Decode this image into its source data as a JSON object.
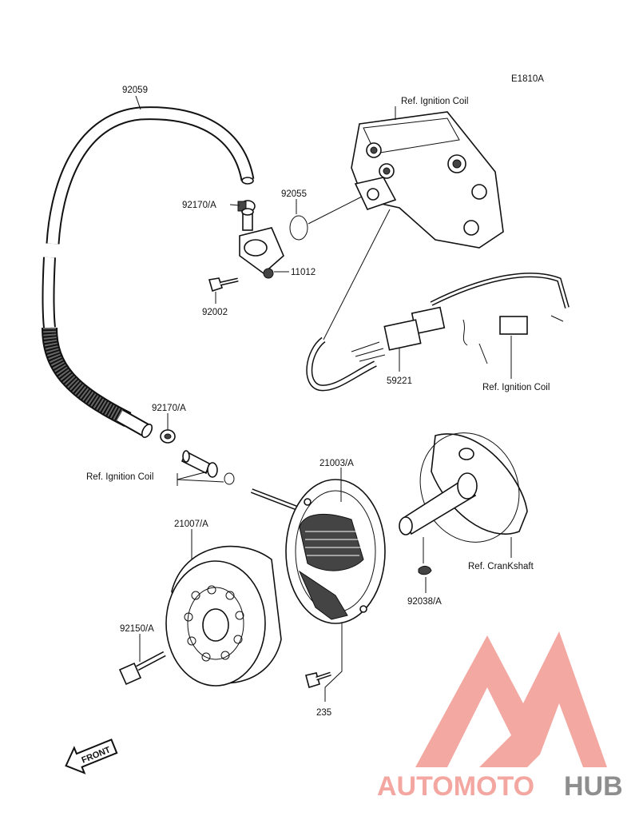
{
  "diagram_id": "E1810A",
  "labels": {
    "p92059": "92059",
    "p92170a_top": "92170/A",
    "p92055": "92055",
    "p11012": "11012",
    "p92002": "92002",
    "ref_ignition_coil_top": "Ref. Ignition Coil",
    "p59221": "59221",
    "ref_ignition_coil_right": "Ref. Ignition Coil",
    "p92170a_mid": "92170/A",
    "ref_ignition_coil_left": "Ref. Ignition Coil",
    "p21003a": "21003/A",
    "p21007a": "21007/A",
    "p92150a": "92150/A",
    "ref_crankshaft": "Ref. CranKshaft",
    "p92038a": "92038/A",
    "p235": "235",
    "front": "FRONT"
  },
  "watermark": {
    "text_part1": "AUTOMOTO",
    "text_part2": "HUB",
    "color_primary": "#f4a6a0",
    "color_secondary": "#9a9a9a",
    "color_triangle": "#f19a92"
  }
}
